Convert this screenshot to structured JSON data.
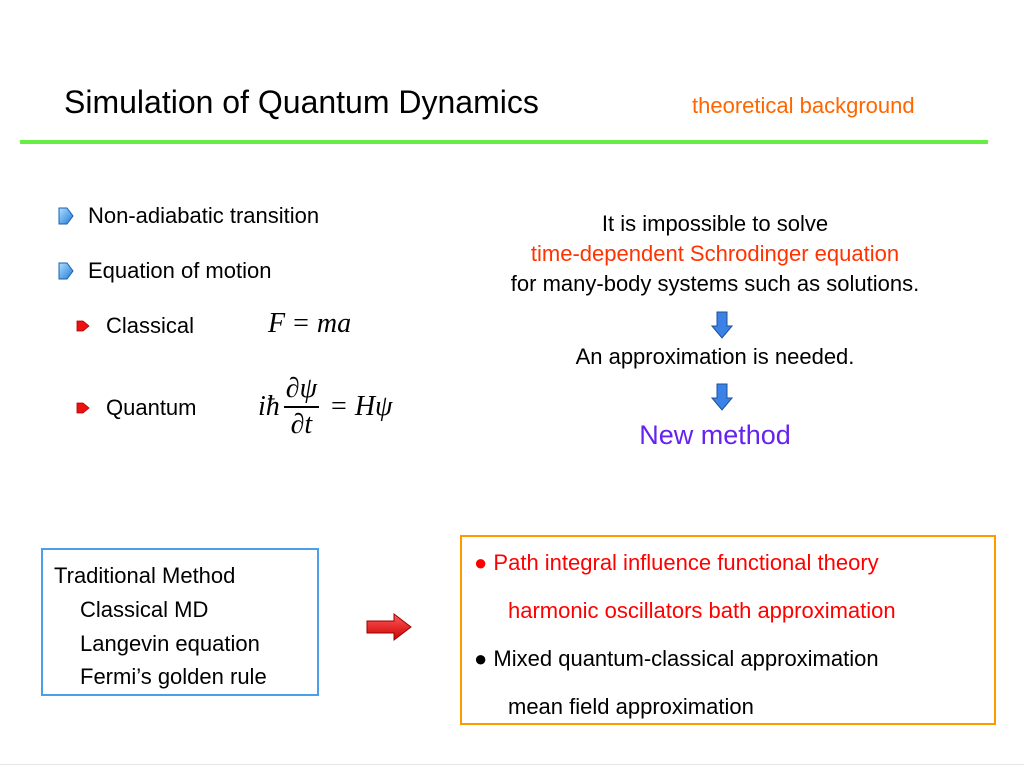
{
  "slide": {
    "title": "Simulation of Quantum Dynamics",
    "subtitle": "theoretical background"
  },
  "left": {
    "bullets": [
      "Non-adiabatic transition",
      "Equation of motion"
    ],
    "sub_bullets": [
      "Classical",
      "Quantum"
    ],
    "classical_equation": {
      "lhs": "F",
      "rhs": "ma"
    },
    "quantum_equation": {
      "prefix": "iħ",
      "numerator": "∂ψ",
      "denominator": "∂t",
      "rhs": "Hψ"
    }
  },
  "right": {
    "line1": "It is impossible to solve",
    "line2": "time-dependent Schrodinger equation",
    "line3": "for many-body systems such as solutions.",
    "line4": "An approximation is needed.",
    "new_method": "New method"
  },
  "traditional": {
    "title": "Traditional Method",
    "items": [
      "Classical MD",
      "Langevin equation",
      "Fermi’s golden rule"
    ]
  },
  "new_methods": {
    "bullet_glyph": "●",
    "item1": "Path integral influence functional theory",
    "item1_sub": "harmonic oscillators bath approximation",
    "item2": "Mixed quantum-classical approximation",
    "item2_sub": "mean field approximation"
  },
  "colors": {
    "subtitle": "#ff6600",
    "title_rule": "#66ee44",
    "emphasis_red": "#ff0000",
    "new_method": "#6622ee",
    "traditional_box_border": "#4a9fe8",
    "new_box_border": "#ff9900",
    "arrow_blue": "#3b82e6",
    "arrow_red": "#ee1111"
  },
  "icons": {
    "level1_marker": "blue-tab-bullet-icon",
    "level2_marker": "red-arrowhead-bullet-icon",
    "down_arrow": "blue-down-arrow-icon",
    "right_arrow": "red-right-arrow-icon"
  }
}
